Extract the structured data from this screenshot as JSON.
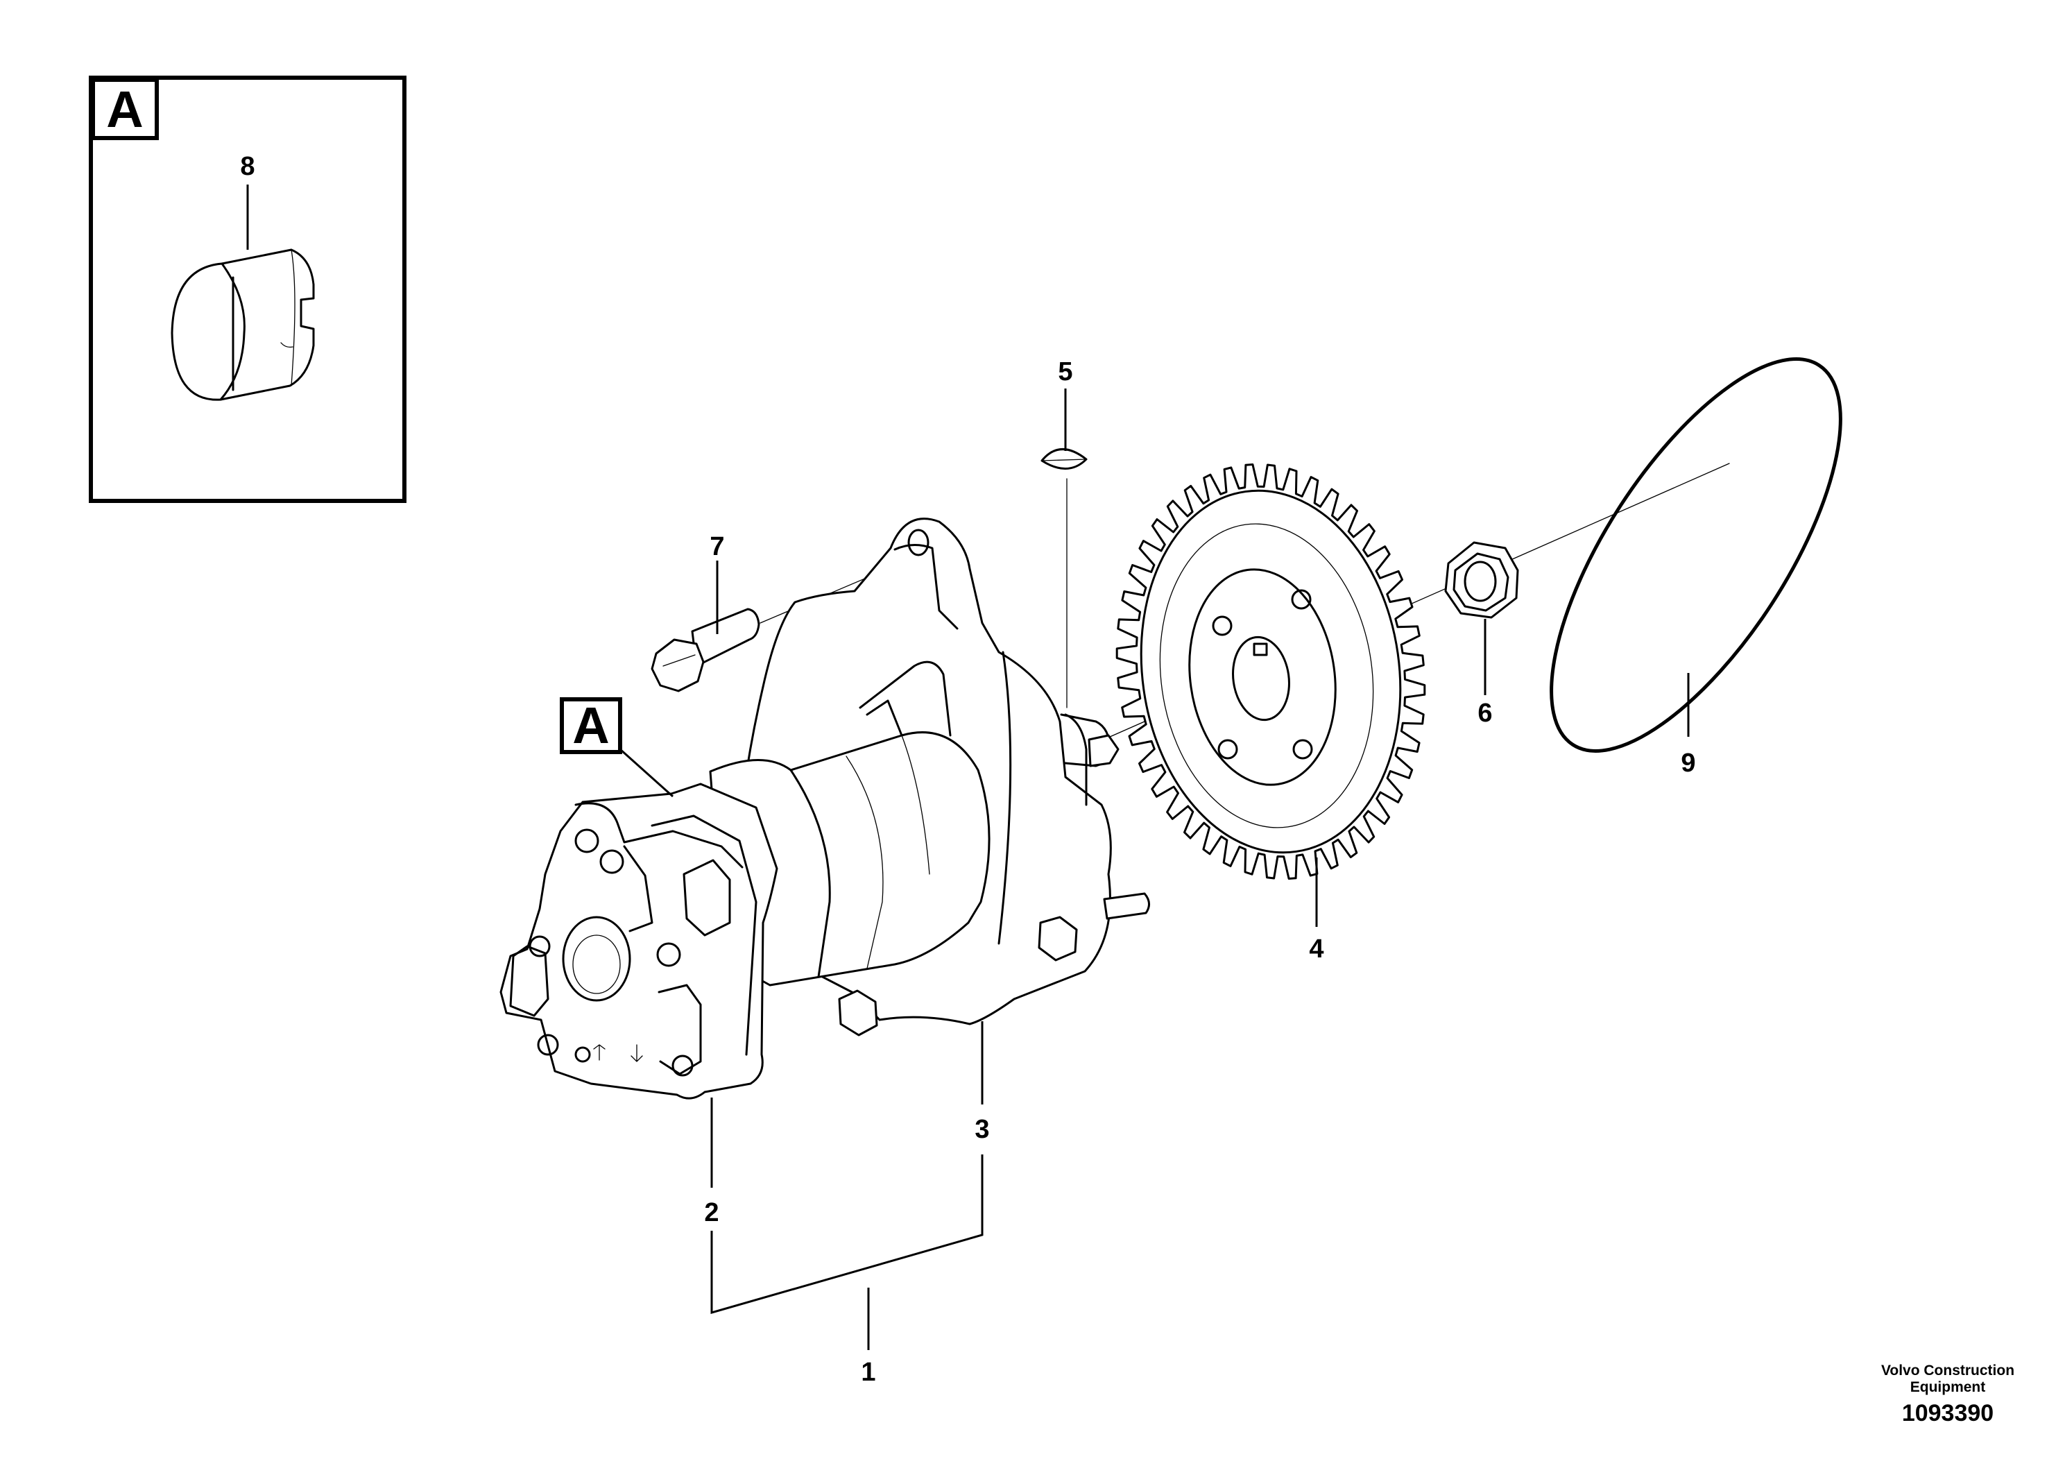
{
  "detail": {
    "letter": "A",
    "item": "8"
  },
  "detail_ref": {
    "letter": "A"
  },
  "callouts": {
    "c1": "1",
    "c2": "2",
    "c3": "3",
    "c4": "4",
    "c5": "5",
    "c6": "6",
    "c7": "7",
    "c9": "9"
  },
  "credit": {
    "line1": "Volvo Construction",
    "line2": "Equipment"
  },
  "drawing_number": "1093390"
}
